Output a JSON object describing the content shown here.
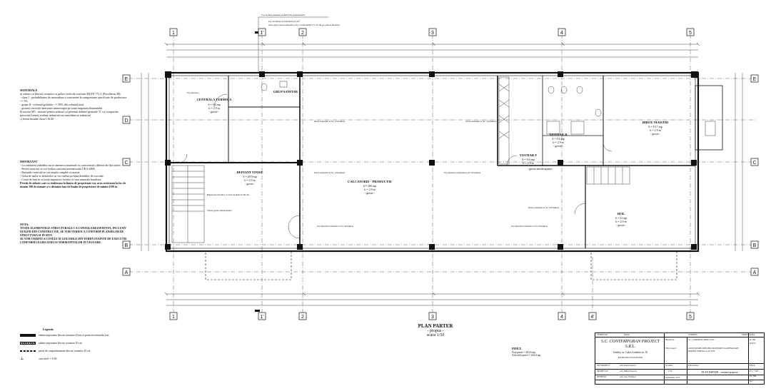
{
  "sheet": {
    "title": "PLAN PARTER",
    "subtitle": "- propus -",
    "scale": "scara 1:50"
  },
  "callout_top": {
    "lines": [
      "Cos de fum elemente prefabricate termoizolante",
      "Lis. sectiunea de functiune 10 cm²",
      "placa gips carton rezistenta la foc cu mai multe 2*1.25 cm pe cadrele metalice"
    ]
  },
  "axes": {
    "numeric": [
      "1",
      "1'",
      "2",
      "3",
      "4",
      "4'",
      "5"
    ],
    "letter": [
      "E",
      "D",
      "C",
      "B",
      "A"
    ]
  },
  "rooms": [
    {
      "name": "CENTRALA TERMICA",
      "lines": [
        "S = 9.4 mp",
        "h = 2.9 m",
        "- gresie -"
      ]
    },
    {
      "name": "GRUP SANITAR",
      "lines": []
    },
    {
      "name": "DEPOZIT FINISE",
      "lines": [
        "S = 49.9 mp",
        "h = 2.9 m",
        "- gresie -"
      ]
    },
    {
      "name": "CALCATORIE - PRODUCTIE",
      "lines": [
        "S = 200 mp",
        "h = 2.9 m",
        "- gresie -"
      ]
    },
    {
      "name": "VESTIAR B",
      "lines": [
        "S = 9.6 mp",
        "h = 2.9 m",
        "- gresie -"
      ]
    },
    {
      "name": "VESTIAR F",
      "lines": [
        "S = 9.6 mp",
        "h = 2.9 m",
        "- gresie antiderapanta -"
      ]
    },
    {
      "name": "BIROU MAISTRI",
      "lines": [
        "S = 19.7 mp",
        "h = 2.9 m",
        "- gresie -"
      ]
    },
    {
      "name": "HOL",
      "lines": [
        "S = 31 mp",
        "h = 2.9 m",
        "- gresie -"
      ]
    }
  ],
  "fire_notes": [
    "Usa metalica",
    "Pereti rezistenti la foc 120 minute",
    "Pereti rezistenti la foc 120 minute",
    "Pereti rezistenti la foc 120 minute",
    "Usa metalica rezistenta la foc 90 minute",
    "Usa metalica rezistenta la foc 90 minute",
    "Usa metalica rezistenta la foc 60 minute",
    "Pereti rezistenti la foc 120 minute",
    "Balustrada metalica cu bara de mana h=90 cm",
    "Trepte gresie antiderapanta"
  ],
  "left_notes": {
    "materiale": {
      "title": "MATERIALE",
      "lines": [
        "a) zidarie cu blocuri ceramice cu goluri verticale conform SR EN 771-1 (Porotherm 38):",
        "- clasa I - probabilitatea de neincadrare a rezistentei la compresiune specificate de producator <= 5%",
        "- grupa II - volumul golurilor <= 50% din volumul total",
        "- grosimi verticale interioare neintrerupte pe toata lungimea elementului",
        "b) mortar M5 - mortare pentru utilizari cu pretentii definite generale 'G' cu compozitie prescrisa (reteta) realizat industrial sau semifabricat industrial",
        "c) beton instalat clasa C16/20"
      ]
    },
    "important": {
      "title": "IMPORTANT",
      "lines": [
        "- La realizarea zidariilor nu se amesteca materiale cu caracteristici diferite ale blocurilor.",
        "- Peretii exteriori se vor realiza conform normativului CR 6-2006",
        "- Rosturile verticale se vor umple complet cu mortar",
        "- Golurile usilor si ferestrelor se vor realiza pe baza detaliilor de executie.",
        "- Cosul de fum se va izola impotriva focului cu vata minerala bazaltica."
      ],
      "emphasis": "Peretii de zidarie care se realizeaza la limita de proprietate vor avea rezistenta la foc de minim 180 de minute si o distanta fata de limita de proprietate de minim 0.90 m."
    },
    "nota": {
      "title": "NOTA:",
      "lines": [
        "TOATE ELEMENTELE STRUCTURALE CA CONSOLA REZISTENTA, INCLUSIV STALPII DIN CONSTRUCTIE, SE VOR VERIFICA CONFORM PLANSELOR DE STRUCTURA SI IN SITU.",
        "SE VOR VERIFICA COTELE SI GOLURILE DIN TEREN INAINTE DE EXECUTIE CONFORM LEGISLATIEI SI NORMATIVELOR IN VIGOARE."
      ]
    }
  },
  "legend": {
    "title": "Legenda",
    "items": [
      {
        "swatch": "full",
        "text": "zidarie neportanta blocuri ceramice 25cm cu protectie tencuiala 2cm"
      },
      {
        "swatch": "hatch",
        "text": "zidarie neportanta blocuri ceramice 20 cm"
      },
      {
        "swatch": "dash",
        "text": "pereti de compartimentare blocuri ceramice 10 cm"
      },
      {
        "swatch": "sym",
        "text": "cota nivel +/-0.00"
      }
    ]
  },
  "indice": {
    "title": "INDICE",
    "lines": [
      "Aria parter = 263.6 mp",
      "Aria utila parter = 242.0 mp"
    ]
  },
  "title_block": {
    "verificat": "VERIFICAT",
    "data": "DATA",
    "cerinte": "CERINTA",
    "semnatura": "SEMNATURA",
    "firm_name": "S.C. CONTEMPORAN PROJECT S.R.L.",
    "firm_address": "Oradea, str. Calea Aradului nr. 18",
    "firm_reg": "RO 9874361   J05/2345/2004",
    "beneficiar_label": "Beneficiar:",
    "beneficiar": "S.C. GARMENT PROD S.R.L.",
    "amplasament_label": "Titlu proiect:",
    "amplasament": "CONSTRUIRE ATELIER CROITORIE SI AMENAJARE PARTER, PORTAL SI ACCES",
    "proiect_nr_label": "Pr. NR.",
    "proiect_nr": "9/2015",
    "faza_label": "FAZA",
    "faza": "P.T. + D.E.",
    "sef_proiect": "SEF PROIECT",
    "proiectat": "PROIECTAT",
    "desenat": "DESENAT",
    "names": [
      "Arh. Radu Ionescu",
      "Arh. Mihai Popescu",
      "Arh. Ana Vasilescu"
    ],
    "scara_label": "SCARA",
    "scara": "1:50",
    "titlu_plansa_label": "Titlu plansa:",
    "titlu_plansa": "PLAN PARTER - varianta propusa -",
    "plansa_nr_label": "PL. NR.",
    "plansa_nr": "A-1",
    "data_val": "Septembrie 2015"
  }
}
